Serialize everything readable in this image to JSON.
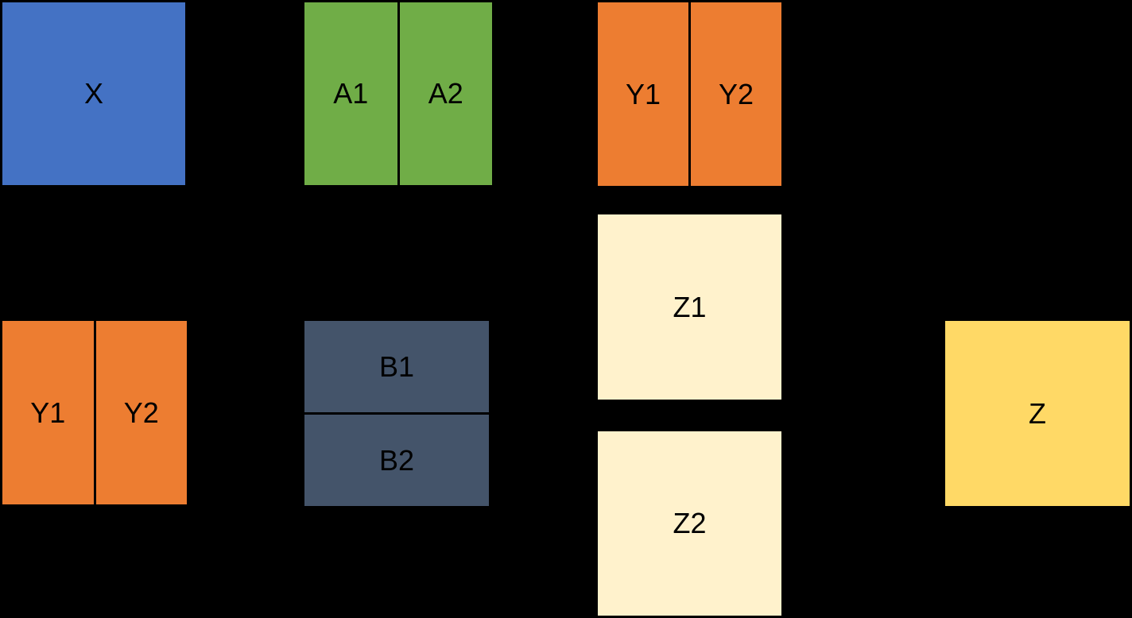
{
  "diagram": {
    "background_color": "#000000",
    "divider_color": "#000000",
    "label_color": "#000000",
    "blocks": [
      {
        "id": "x",
        "type": "single",
        "label": "X",
        "color": "#4472C4"
      },
      {
        "id": "a",
        "type": "split-v",
        "cells": [
          "A1",
          "A2"
        ],
        "color": "#70AD47"
      },
      {
        "id": "y-top",
        "type": "split-v",
        "cells": [
          "Y1",
          "Y2"
        ],
        "color": "#ED7D31"
      },
      {
        "id": "z1",
        "type": "single",
        "label": "Z1",
        "color": "#FFF2CC"
      },
      {
        "id": "y-bottom",
        "type": "split-v",
        "cells": [
          "Y1",
          "Y2"
        ],
        "color": "#ED7D31"
      },
      {
        "id": "b",
        "type": "split-h",
        "cells": [
          "B1",
          "B2"
        ],
        "color": "#44546A"
      },
      {
        "id": "z2",
        "type": "single",
        "label": "Z2",
        "color": "#FFF2CC"
      },
      {
        "id": "z",
        "type": "single",
        "label": "Z",
        "color": "#FFD966"
      }
    ]
  }
}
